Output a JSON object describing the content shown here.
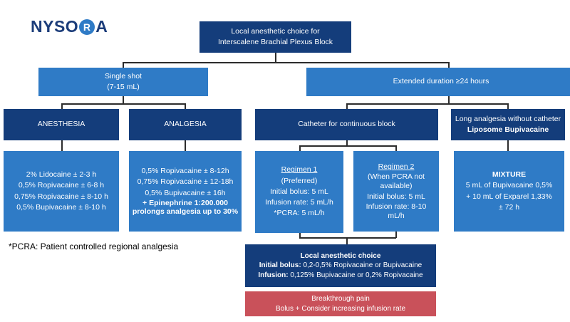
{
  "logo": {
    "pre": "NYSO",
    "ring": "R",
    "post": "A"
  },
  "root": {
    "line1": "Local anesthetic choice for",
    "line2": "Interscalene Brachial Plexus Block"
  },
  "single_shot": {
    "line1": "Single shot",
    "line2": "(7-15 mL)"
  },
  "extended": {
    "line1": "Extended duration ≥24 hours"
  },
  "anesthesia": {
    "title": "ANESTHESIA",
    "items": [
      "2% Lidocaine ± 2-3 h",
      "0,5% Ropivacaine ± 6-8 h",
      "0,75% Ropivacaine ± 8-10 h",
      "0,5% Bupivacaine ± 8-10 h"
    ]
  },
  "analgesia": {
    "title": "ANALGESIA",
    "items": [
      "0,5% Ropivacaine ± 8-12h",
      "0,75% Ropivacaine ± 12-18h",
      "0,5% Bupivacaine ± 16h"
    ],
    "note1": "+ Epinephrine 1:200.000",
    "note2": "prolongs analgesia up to 30%"
  },
  "catheter": {
    "title": "Catheter for continuous block"
  },
  "long_analgesia": {
    "line1": "Long analgesia without catheter",
    "line2": "Liposome Bupivacaine"
  },
  "regimen1": {
    "title": "Regimen 1",
    "sub": "(Preferred)",
    "items": [
      "Initial bolus: 5 mL",
      "Infusion rate: 5 mL/h",
      "*PCRA: 5 mL/h"
    ]
  },
  "regimen2": {
    "title": "Regimen 2",
    "sub1": "(When PCRA not",
    "sub2": "available)",
    "items": [
      "Initial bolus: 5 mL",
      "Infusion rate: 8-10",
      "mL/h"
    ]
  },
  "mixture": {
    "title": "MIXTURE",
    "items": [
      "5 mL of Bupivacaine 0,5%",
      "+ 10 mL of Exparel 1,33%",
      "± 72 h"
    ]
  },
  "footnote": "*PCRA: Patient controlled regional analgesia",
  "la_choice": {
    "title": "Local anesthetic choice",
    "bolus_label": "Initial bolus:",
    "bolus_value": " 0,2-0,5% Ropivacaine or Bupivacaine",
    "infusion_label": "Infusion:",
    "infusion_value": " 0,125% Bupivacaine or 0,2% Ropivacaine"
  },
  "breakthrough": {
    "line1": "Breakthrough pain",
    "line2": "Bolus + Consider increasing infusion rate"
  }
}
